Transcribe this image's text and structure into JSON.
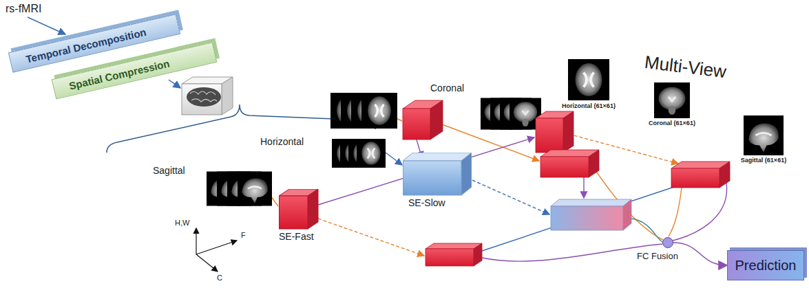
{
  "diagram": {
    "nodes": [
      {
        "text": [
          "Temporal Decomposition"
        ]
      },
      {
        "text": [
          "Spatial Compression"
        ]
      },
      {
        "text": [
          "SE-Slow"
        ]
      },
      {
        "text": [
          "SE-Fast"
        ]
      },
      {
        "text": [
          "FC Fusion"
        ]
      },
      {
        "text": [
          "Prediction"
        ]
      }
    ],
    "edges": [
      {
        "from": 4,
        "to": 5,
        "arrow": "to"
      }
    ],
    "labels": [
      "rs-fMRI",
      "Coronal",
      "Horizontal",
      "Sagittal",
      "Multi-View",
      "Horizontal (61×61)",
      "Coronal (61×61)",
      "Sagittal (61×61)",
      "H,W",
      "F",
      "C"
    ]
  }
}
